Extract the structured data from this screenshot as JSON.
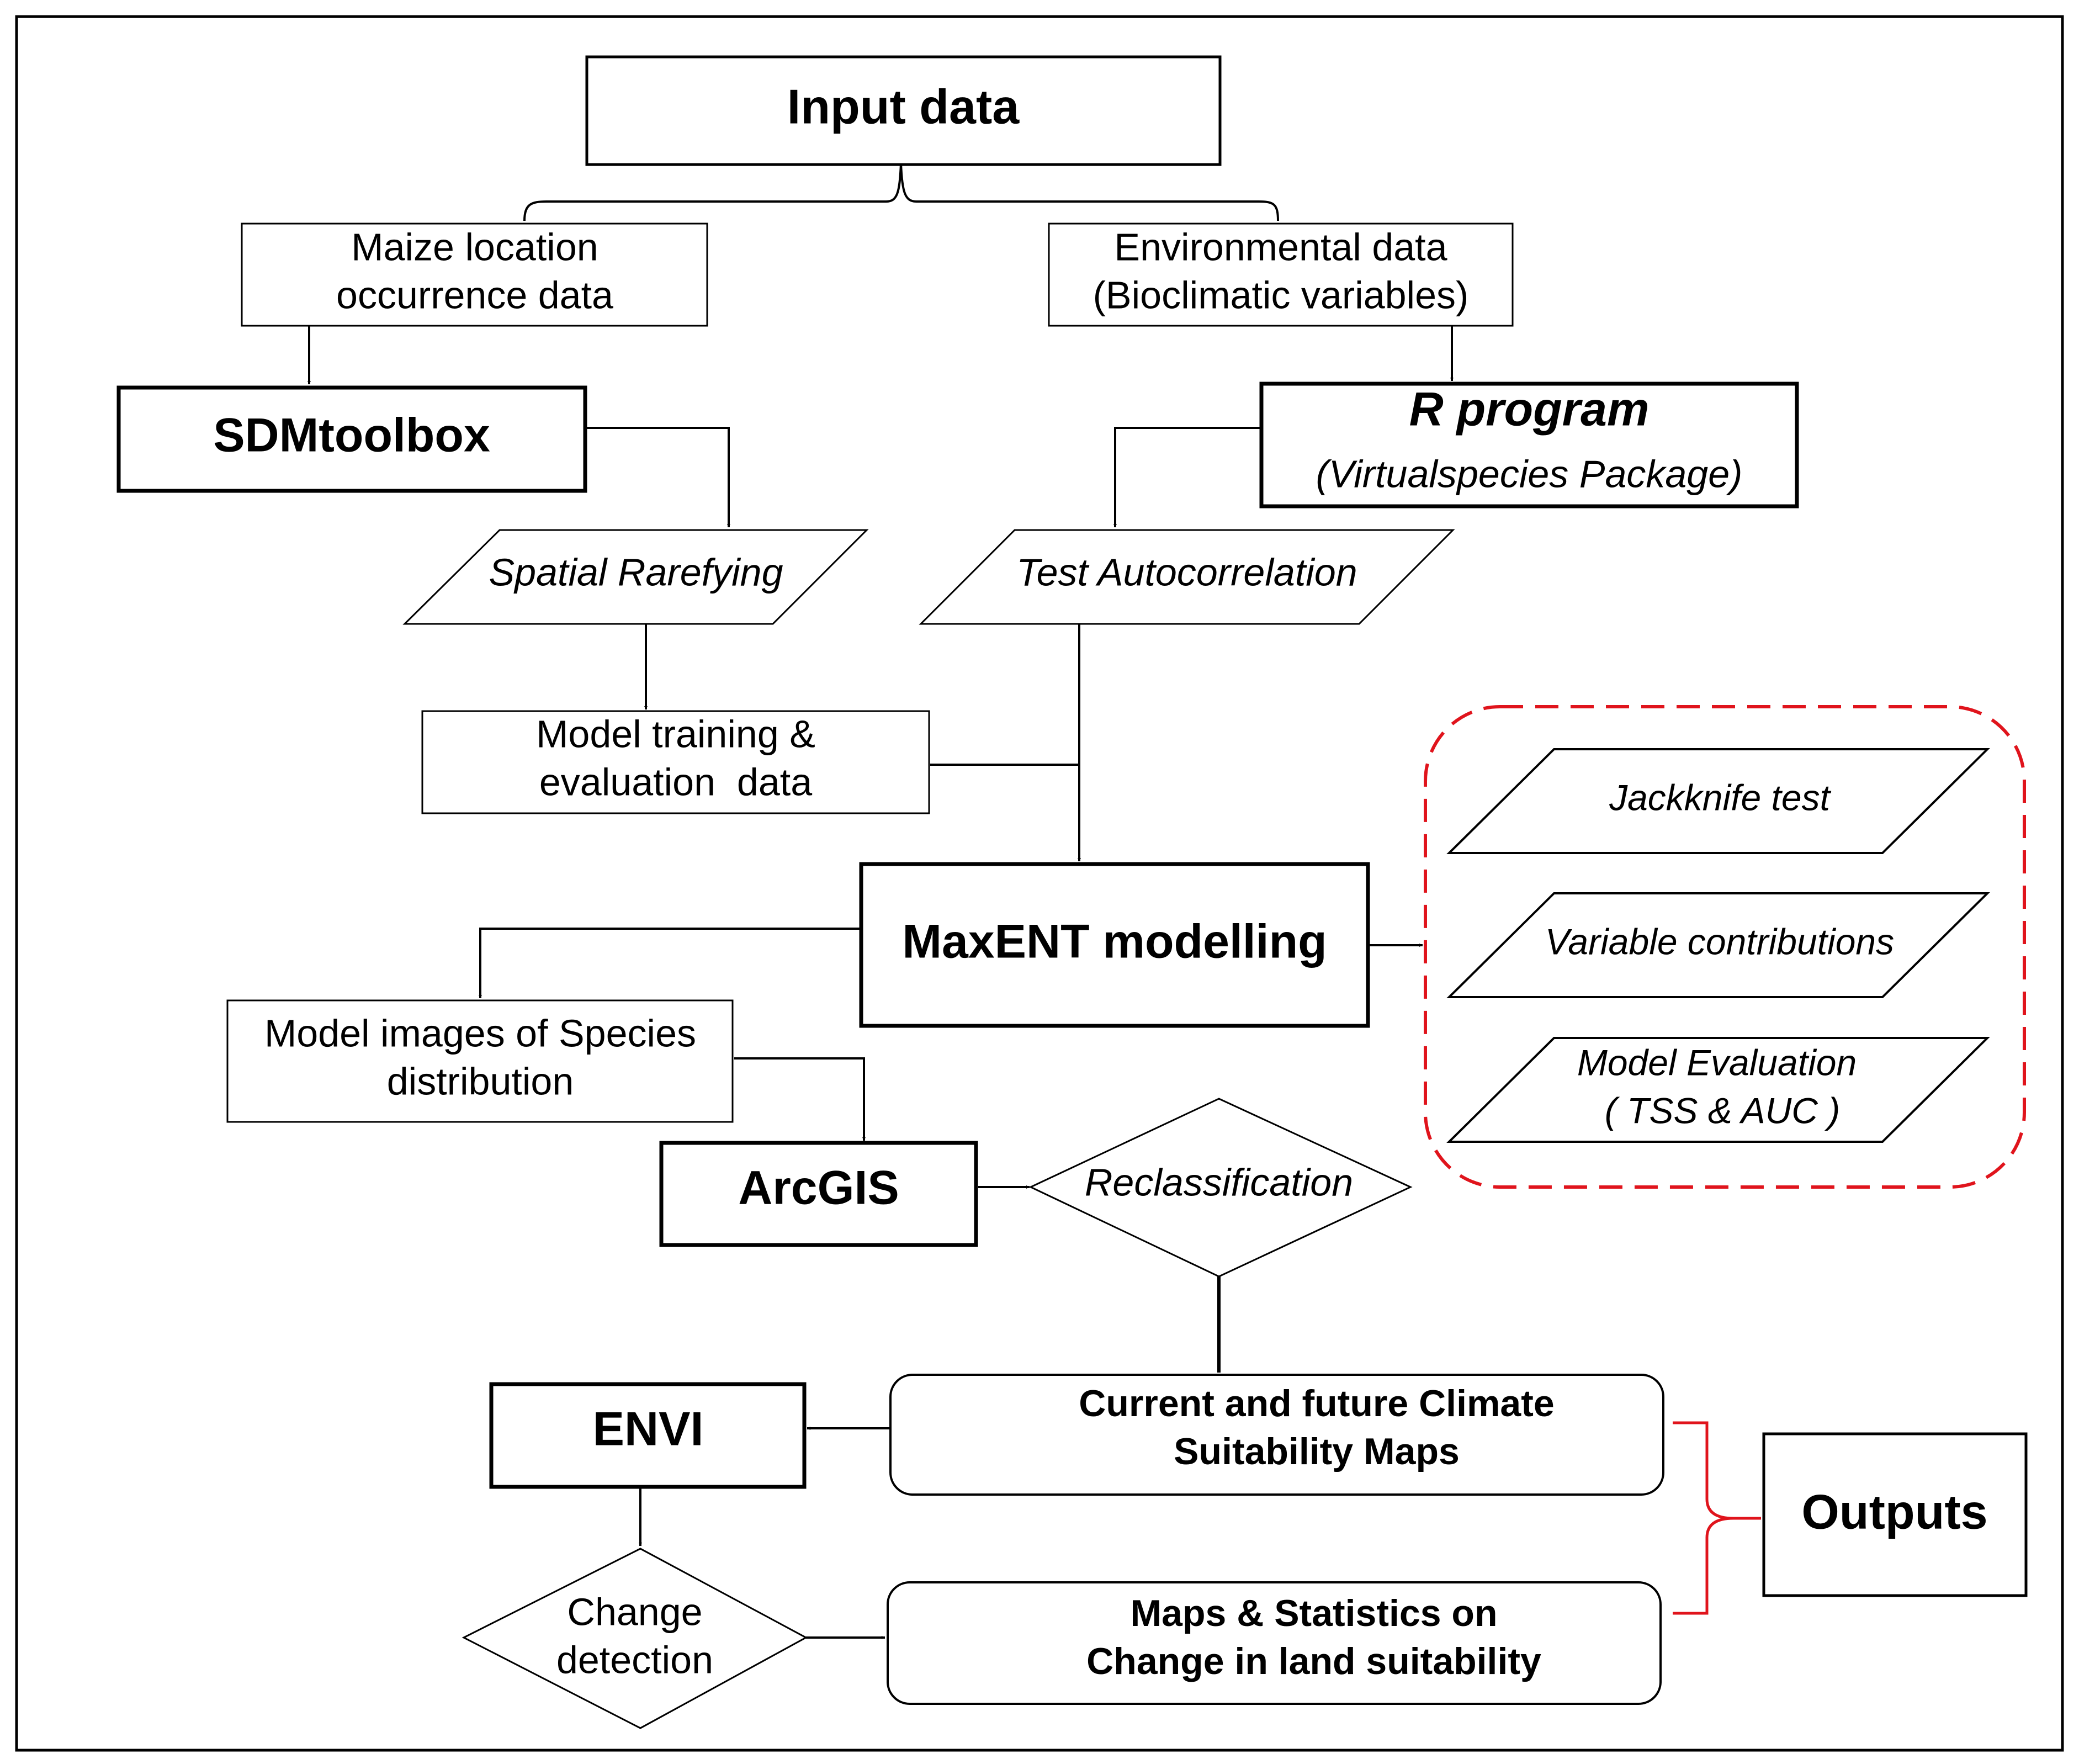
{
  "nodes": {
    "input_data": "Input data",
    "maize_location": [
      "Maize location",
      "occurrence data"
    ],
    "environmental_data": [
      "Environmental data",
      "(Bioclimatic variables)"
    ],
    "sdmtoolbox": "SDMtoolbox",
    "r_program": "R program",
    "virtualspecies": "(Virtualspecies Package)",
    "spatial_rarefying": "Spatial Rarefying",
    "test_autocorrelation": "Test Autocorrelation",
    "model_training": [
      "Model training &",
      "evaluation  data"
    ],
    "maxent": "MaxENT modelling",
    "model_images": [
      "Model images of Species",
      "distribution"
    ],
    "arcgis": "ArcGIS",
    "reclassification": "Reclassification",
    "envi": "ENVI",
    "climate_maps": [
      "Current and future Climate",
      "Suitability Maps"
    ],
    "change_detection": [
      "Change",
      "detection"
    ],
    "change_stats": [
      "Maps & Statistics on",
      "Change in land suitability"
    ],
    "outputs": "Outputs"
  },
  "maxent_outputs": {
    "jackknife": "Jackknife test",
    "variable_contributions": "Variable contributions",
    "model_evaluation": [
      "Model Evaluation",
      "( TSS & AUC )"
    ]
  },
  "colors": {
    "stroke": "#000000",
    "highlight": "#e0141c",
    "background": "#ffffff"
  }
}
